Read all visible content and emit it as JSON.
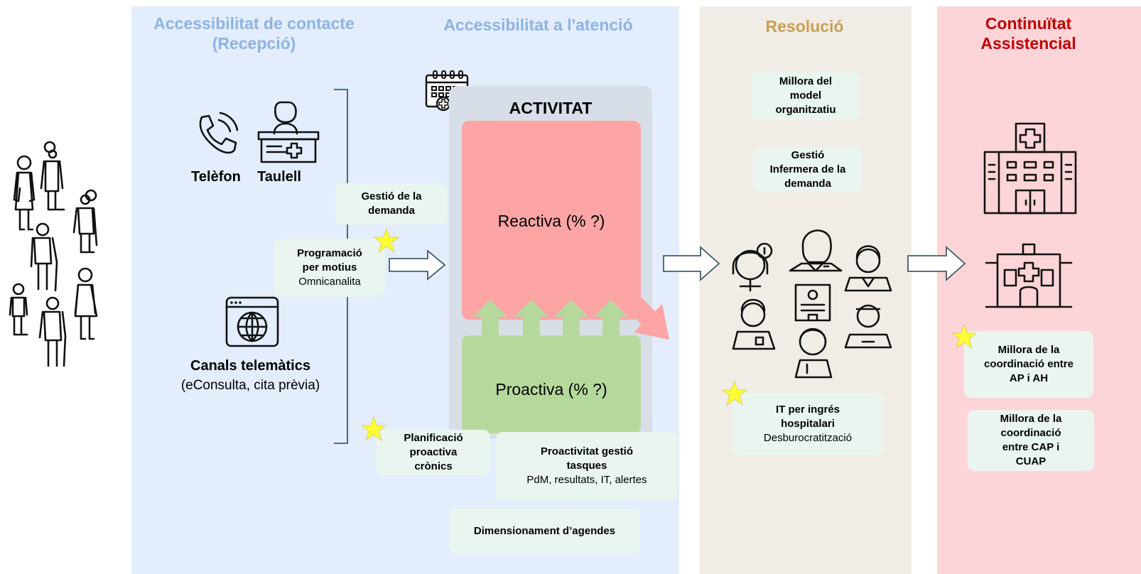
{
  "sections": {
    "contact_title": "Accessibilitat de contacte (Recepció)",
    "attention_title": "Accessibilitat a l'atenció",
    "resolution_title": "Resolució",
    "continuity_title": "Continuïtat Assistencial"
  },
  "channels": {
    "phone": "Telèfon",
    "desk": "Taulell",
    "online_title": "Canals telemàtics",
    "online_sub": "(eConsulta, cita prèvia)"
  },
  "boxes": {
    "demand_mgmt": "Gestió de la demanda",
    "scheduling_title": "Programació per motius",
    "scheduling_sub": "Omnicanalita",
    "chronic_planning": "Planificació proactiva crònics",
    "proactive_tasks_title": "Proactivitat gestió tasques",
    "proactive_tasks_sub": "PdM, resultats, IT, alertes",
    "agenda_sizing": "Dimensionament d’agendes",
    "org_model": "Millora del model organitzatiu",
    "nurse_demand": "Gestió Infermera de la demanda",
    "it_title": "IT per ingrés hospitalari",
    "it_sub": "Desburocratització",
    "coord_ap_ah": "Millora de la coordinació entre AP i AH",
    "coord_cap_cuap": "Millora de la coordinació entre CAP i CUAP"
  },
  "activity": {
    "title": "ACTIVITAT",
    "reactive": "Reactiva (% ?)",
    "proactive": "Proactiva  (% ?)"
  },
  "colors": {
    "accent_blue": "#8db3e2",
    "panel_blue": "#e3edfc",
    "panel_beige": "#f1ece6",
    "panel_pink": "#fdd5d8",
    "resolution_gold": "#c9a050",
    "continuity_red": "#c00000",
    "reactive_red": "#fda5a4",
    "proactive_green": "#b5d99c",
    "box_green": "#eaf5ef",
    "star_yellow": "#ffff33"
  }
}
